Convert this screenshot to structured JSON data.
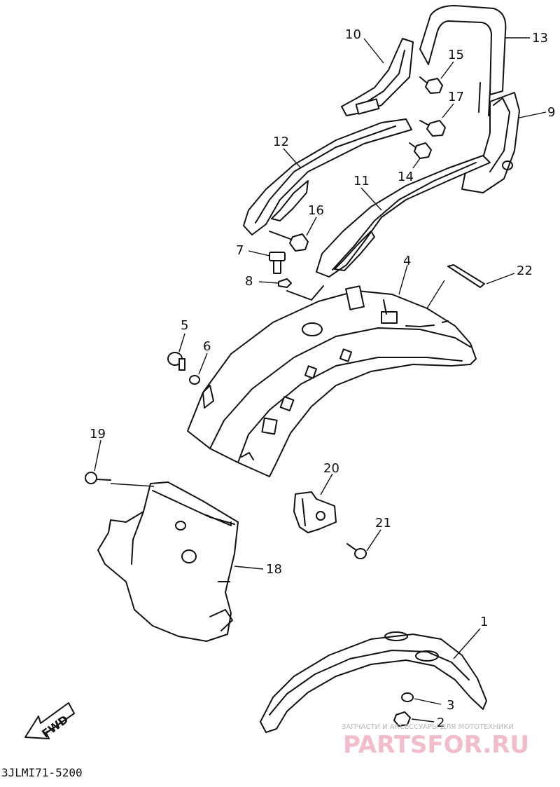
{
  "diagram": {
    "callouts": [
      "1",
      "2",
      "3",
      "4",
      "5",
      "6",
      "7",
      "8",
      "9",
      "10",
      "11",
      "12",
      "13",
      "14",
      "15",
      "16",
      "17",
      "18",
      "19",
      "20",
      "21",
      "22"
    ],
    "fwd_label": "FWD",
    "diagram_code": "3JLMI71-5200"
  },
  "watermark": {
    "tagline": "ЗАПЧАСТИ И АКСЕССУАРЫ ДЛЯ МОТОТЕХНИКИ",
    "brand": "PARTSFOR.RU",
    "color": "#e8a0b0"
  }
}
